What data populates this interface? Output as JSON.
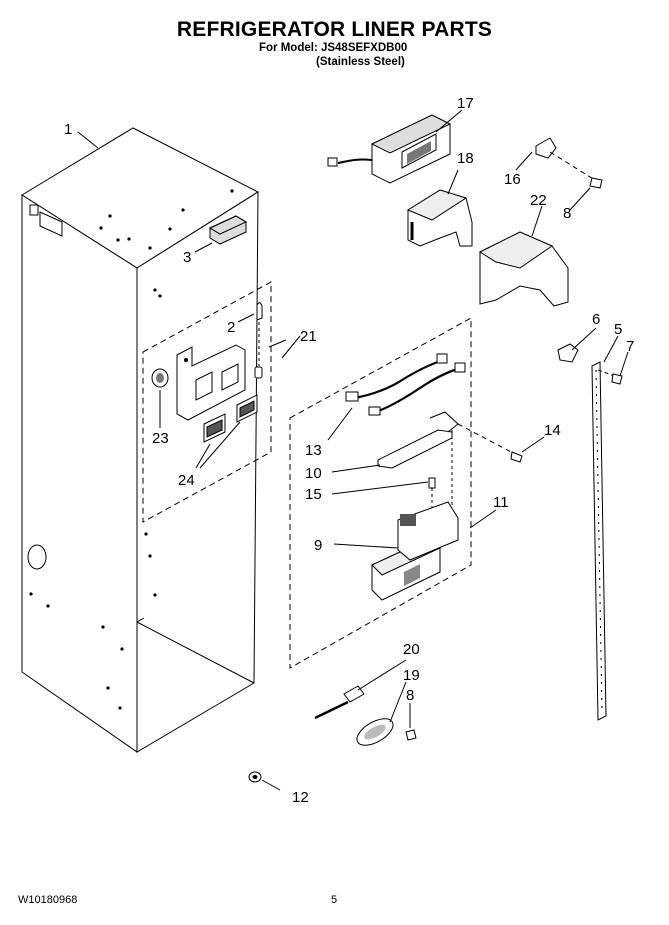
{
  "header": {
    "title": "REFRIGERATOR LINER PARTS",
    "model_line": "For Model: JS48SEFXDB00",
    "variant_line": "(Stainless Steel)"
  },
  "callouts": [
    "1",
    "2",
    "3",
    "5",
    "6",
    "7",
    "8",
    "8",
    "9",
    "10",
    "11",
    "12",
    "13",
    "14",
    "15",
    "16",
    "17",
    "18",
    "19",
    "20",
    "21",
    "22",
    "23",
    "24"
  ],
  "footer": {
    "doc_number": "W10180968",
    "page_number": "5"
  }
}
